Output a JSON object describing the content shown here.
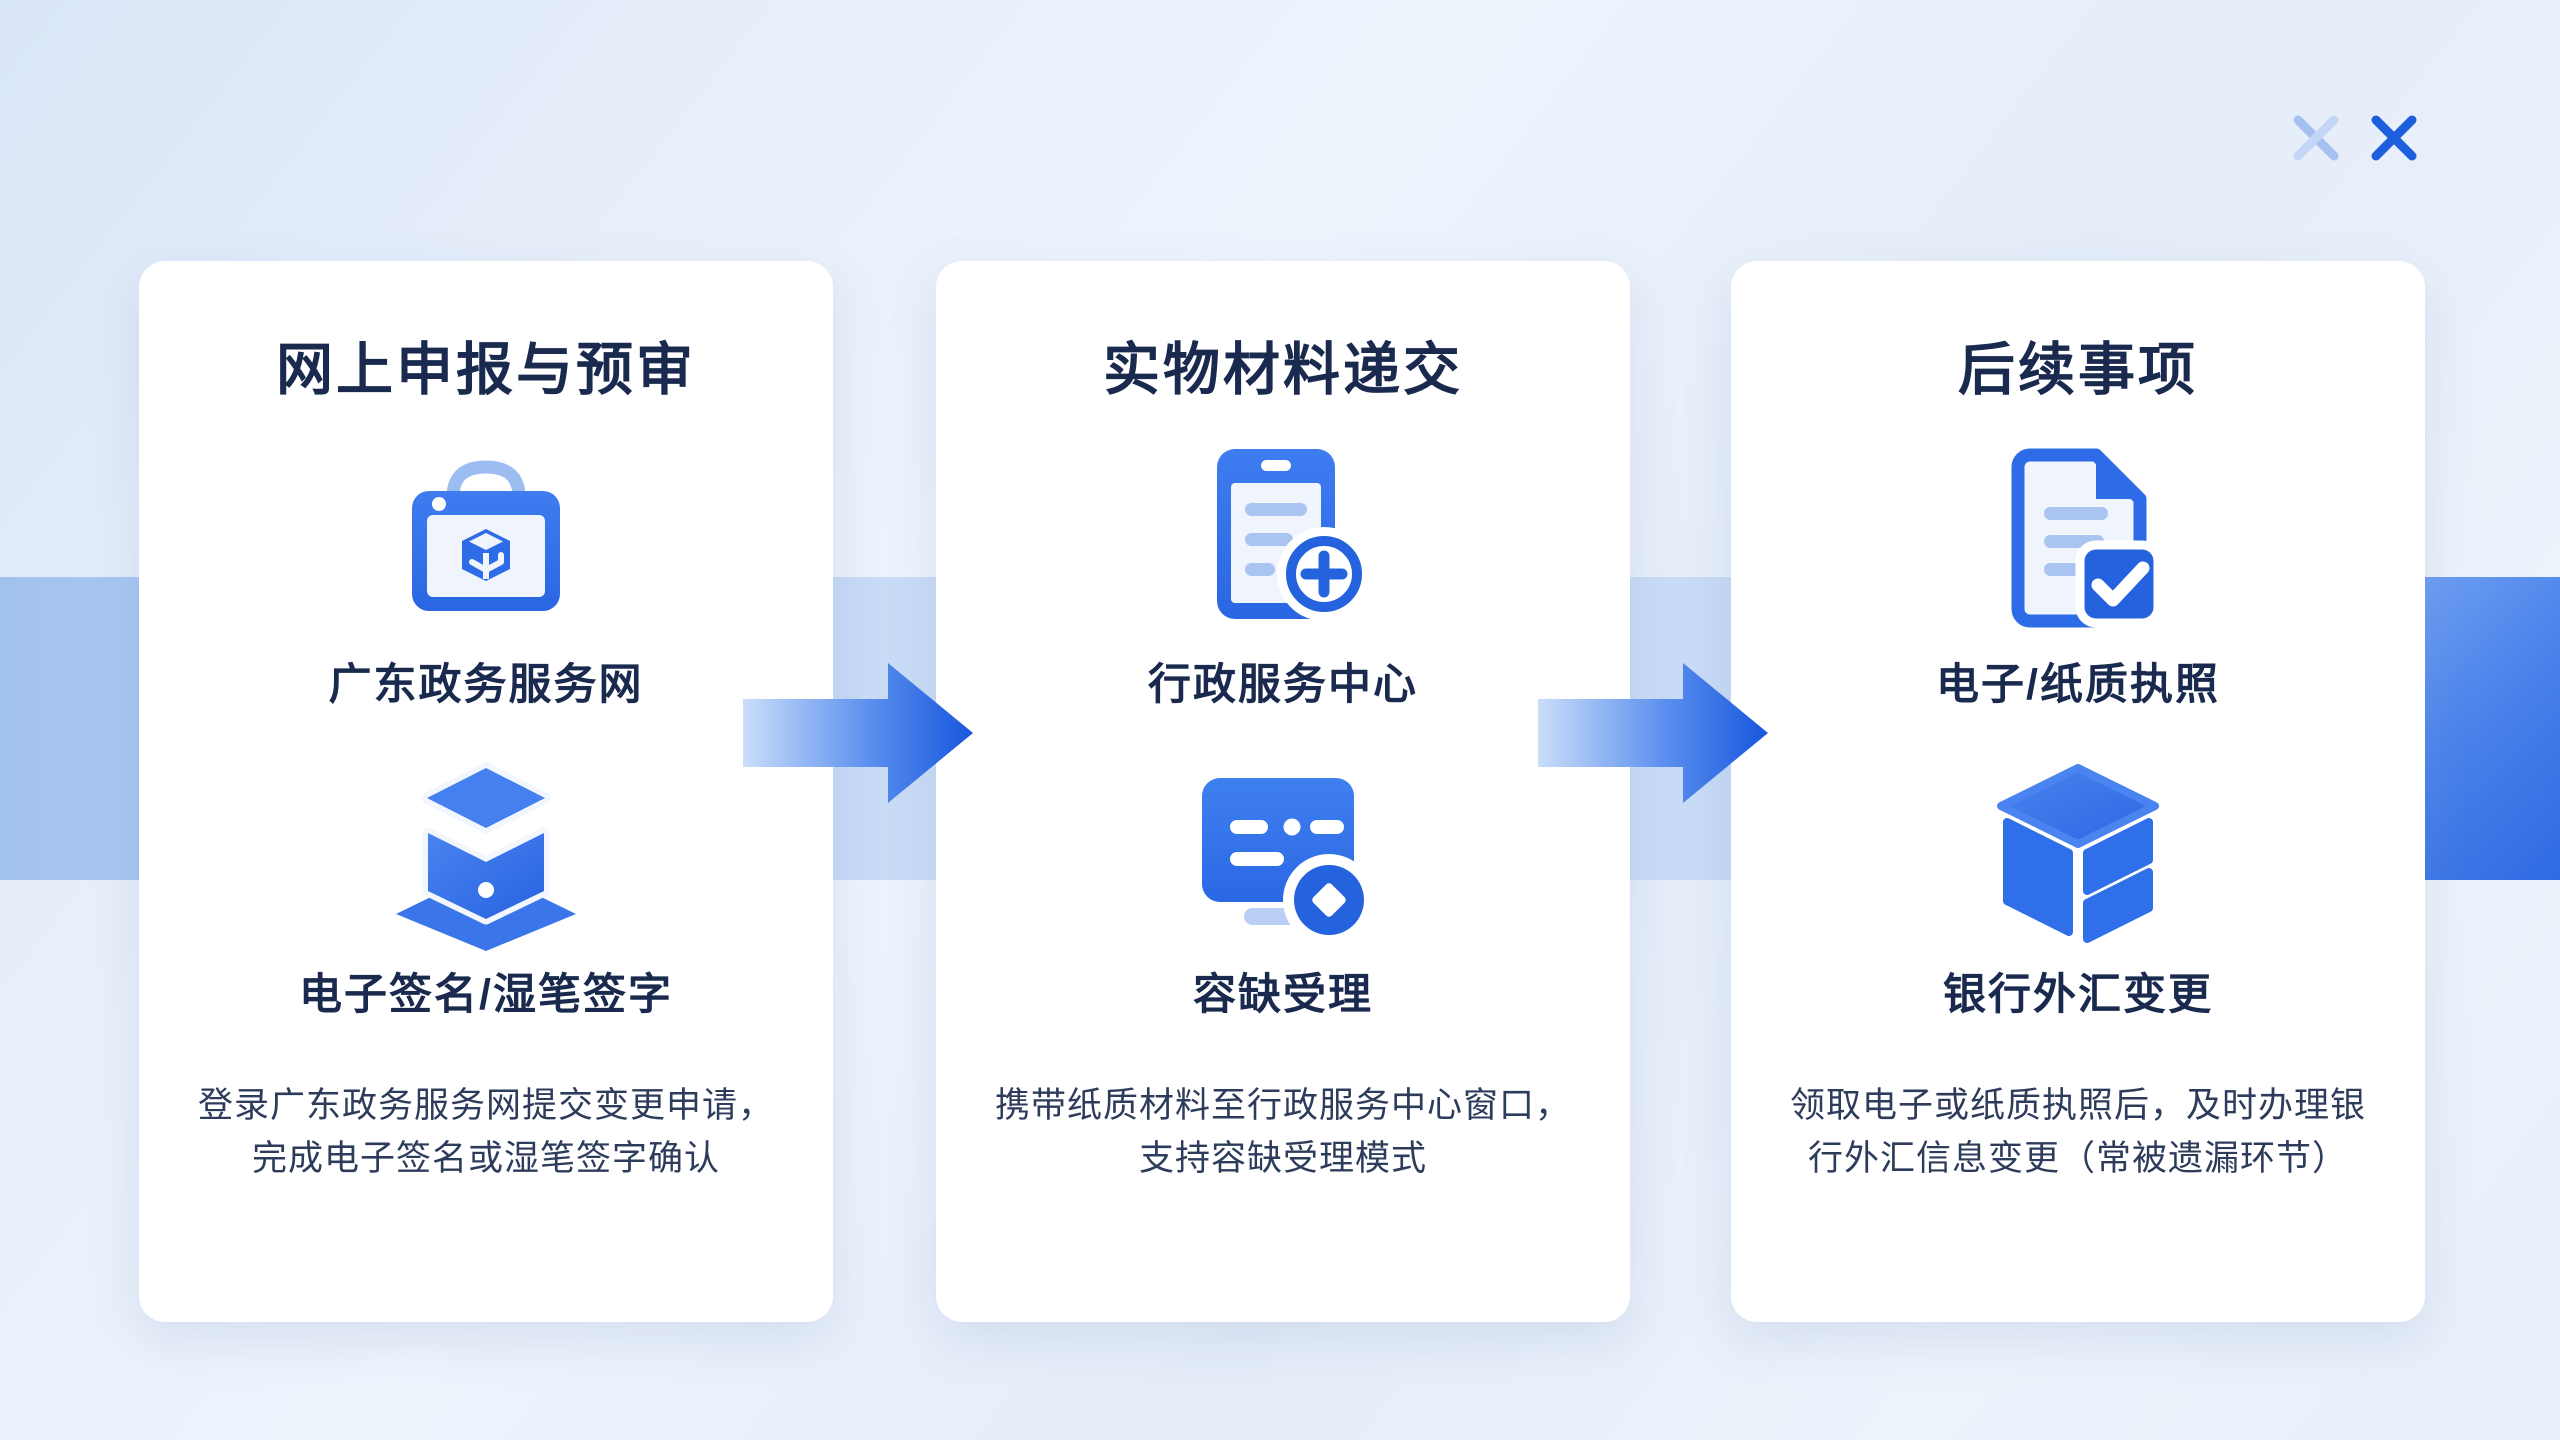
{
  "palette": {
    "accent_blue": "#2d6ce6",
    "deep_badge_blue": "#2463dd",
    "light_line_blue": "#a9c4f0",
    "icon_screen": "#eff4fd",
    "title_navy": "#1a2a4e",
    "desc_navy": "#2e3c5c",
    "band_blue": "#cfe0f8",
    "band_edge_blue": "#a2c2ee",
    "band_end_blue": "#2e6ae2",
    "close_primary": "#1c5edb",
    "close_secondary": "#a6c0ef"
  },
  "header": {
    "close_secondary_icon": "close-icon",
    "close_primary_icon": "close-icon"
  },
  "flow": {
    "arrow_icon": "right-arrow-icon",
    "arrow_count": 2
  },
  "cards": [
    {
      "title": "网上申报与预审",
      "steps": [
        {
          "icon": "gov-portal-case-icon",
          "label": "广东政务服务网"
        },
        {
          "icon": "e-signature-seal-box-icon",
          "label": "电子签名/湿笔签字"
        }
      ],
      "description_lines": [
        "登录广东政务服务网提交变更申请，",
        "完成电子签名或湿笔签字确认"
      ]
    },
    {
      "title": "实物材料递交",
      "steps": [
        {
          "icon": "clipboard-plus-icon",
          "label": "行政服务中心"
        },
        {
          "icon": "service-window-badge-icon",
          "label": "容缺受理"
        }
      ],
      "description_lines": [
        "携带纸质材料至行政服务中心窗口，",
        "支持容缺受理模式"
      ]
    },
    {
      "title": "后续事项",
      "steps": [
        {
          "icon": "license-doc-check-icon",
          "label": "电子/纸质执照"
        },
        {
          "icon": "bank-layered-box-icon",
          "label": "银行外汇变更"
        }
      ],
      "description_lines": [
        "领取电子或纸质执照后，及时办理银",
        "行外汇信息变更（常被遗漏环节）"
      ]
    }
  ]
}
